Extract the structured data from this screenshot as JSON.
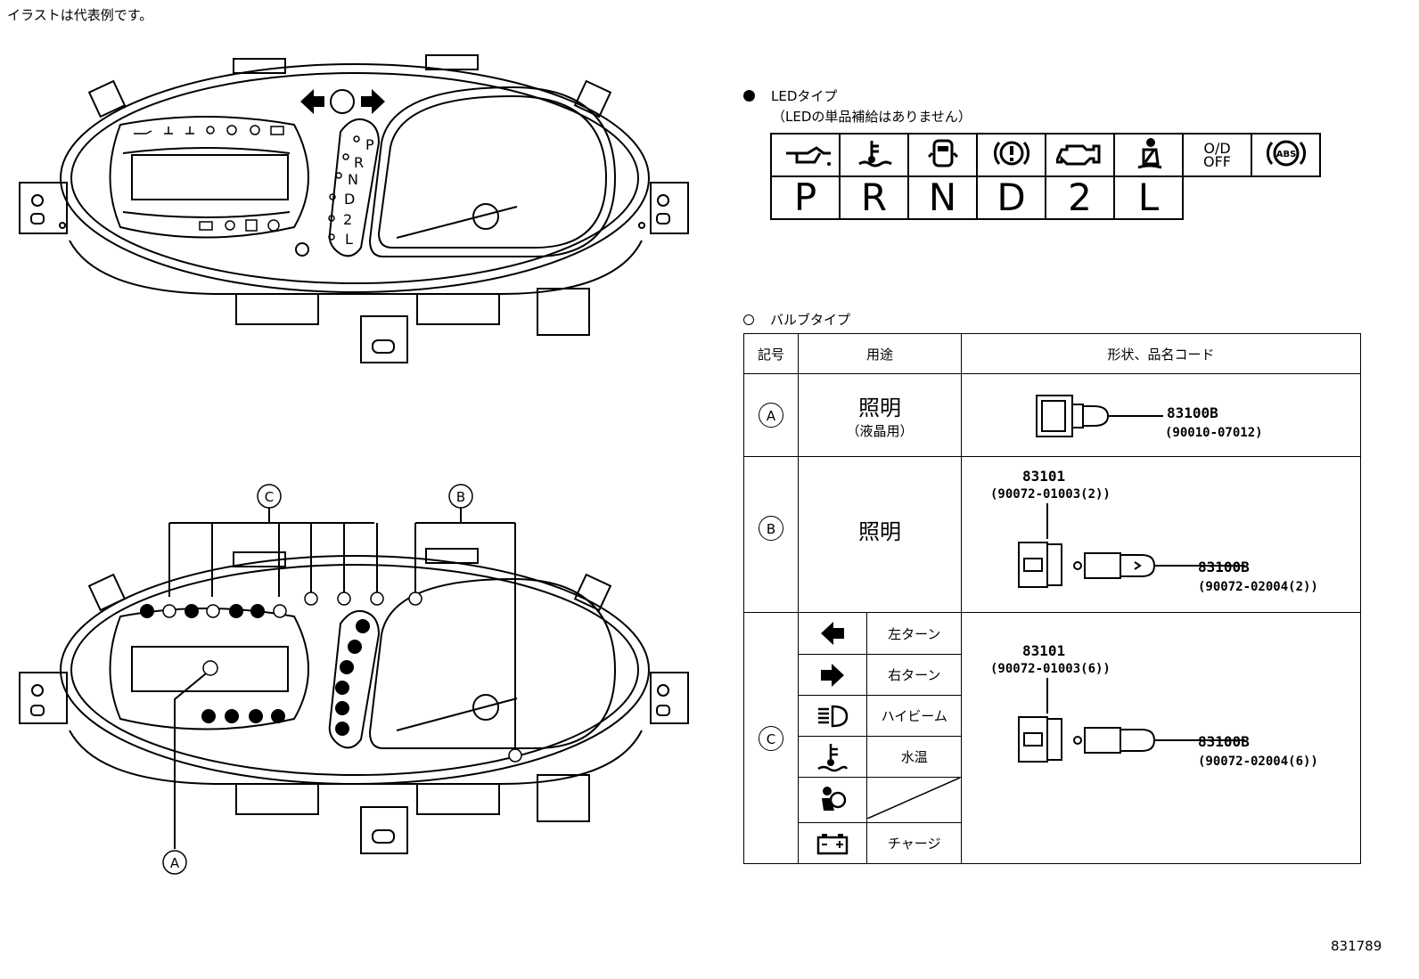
{
  "note": "イラストは代表例です。",
  "doc_id": "831789",
  "led_legend": {
    "title": "LEDタイプ",
    "subtitle": "（LEDの単品補給はありません）",
    "icons": [
      {
        "icon": "oil-pressure-icon"
      },
      {
        "icon": "coolant-temp-icon"
      },
      {
        "icon": "door-ajar-icon"
      },
      {
        "icon": "brake-warning-icon"
      },
      {
        "icon": "check-engine-icon"
      },
      {
        "icon": "seatbelt-icon"
      },
      {
        "icon": "od-off-icon",
        "text1": "O/D",
        "text2": "OFF"
      },
      {
        "icon": "abs-icon",
        "text": "ABS"
      }
    ],
    "letters": [
      "P",
      "R",
      "N",
      "D",
      "2",
      "L"
    ]
  },
  "bulb_legend": {
    "title": "バルブタイプ",
    "headers": [
      "記号",
      "用途",
      "形状、品名コード"
    ],
    "rows": [
      {
        "symbol": "A",
        "use_main": "照明",
        "use_sub": "（液晶用）",
        "part_main": "83100B",
        "part_main_code": "(90010-07012)"
      },
      {
        "symbol": "B",
        "use_main": "照明",
        "part_socket": "83101",
        "part_socket_code": "(90072-01003(2))",
        "part_main": "83100B",
        "part_main_code": "(90072-02004(2))"
      },
      {
        "symbol": "C",
        "part_socket": "83101",
        "part_socket_code": "(90072-01003(6))",
        "part_main": "83100B",
        "part_main_code": "(90072-02004(6))",
        "uses": [
          {
            "icon": "left-arrow-icon",
            "label": "左ターン"
          },
          {
            "icon": "right-arrow-icon",
            "label": "右ターン"
          },
          {
            "icon": "high-beam-icon",
            "label": "ハイビーム"
          },
          {
            "icon": "coolant-temp-icon",
            "label": "水温"
          },
          {
            "icon": "airbag-icon",
            "label": ""
          },
          {
            "icon": "battery-icon",
            "label": "チャージ"
          }
        ]
      }
    ]
  },
  "diagram_top": {
    "prnd": [
      "P",
      "R",
      "N",
      "D",
      "2",
      "L"
    ]
  },
  "diagram_bottom": {
    "callouts": [
      "C",
      "B",
      "A"
    ]
  }
}
